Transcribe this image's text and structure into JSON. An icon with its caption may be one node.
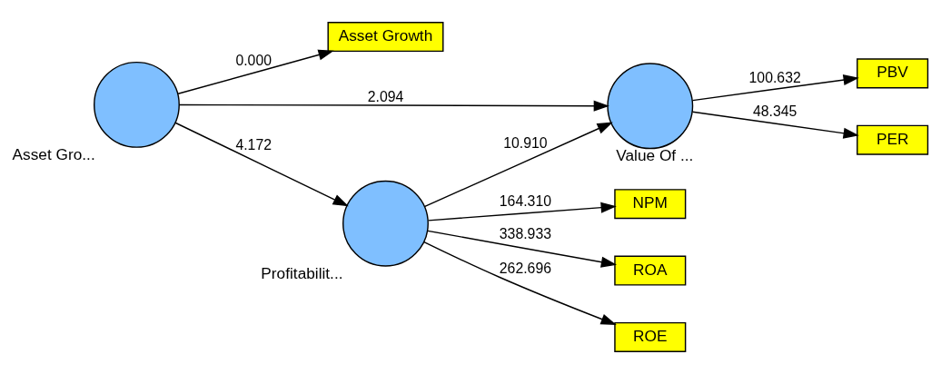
{
  "diagram": {
    "nodes": [
      {
        "text": [
          "Asset Growth"
        ]
      },
      {
        "text": [],
        "shape": "circle",
        "beside": [
          "Asset Gro..."
        ]
      },
      {
        "text": [],
        "shape": "circle",
        "beside": [
          "Value Of ..."
        ]
      },
      {
        "text": [
          "PBV"
        ]
      },
      {
        "text": [
          "PER"
        ]
      },
      {
        "text": [
          "NPM"
        ]
      },
      {
        "text": [
          "ROA"
        ]
      },
      {
        "text": [
          "ROE"
        ]
      },
      {
        "text": [],
        "shape": "circle",
        "beside": [
          "Profitabilit..."
        ]
      }
    ],
    "edges": [
      {
        "from": 1,
        "to": 0,
        "arrow": "to",
        "label": "0.000"
      },
      {
        "from": 1,
        "to": 2,
        "arrow": "to",
        "label": "2.094"
      },
      {
        "from": 2,
        "to": 3,
        "arrow": "to",
        "label": "100.632"
      },
      {
        "from": 2,
        "to": 4,
        "arrow": "to",
        "label": "48.345"
      },
      {
        "from": 1,
        "to": 8,
        "arrow": "to",
        "label": "4.172"
      },
      {
        "from": 8,
        "to": 2,
        "arrow": "to",
        "label": "10.910"
      },
      {
        "from": 8,
        "to": 5,
        "arrow": "to",
        "label": "164.310"
      },
      {
        "from": 8,
        "to": 6,
        "arrow": "to",
        "label": "338.933"
      },
      {
        "from": 8,
        "to": 7,
        "arrow": "to",
        "label": "262.696"
      }
    ]
  }
}
